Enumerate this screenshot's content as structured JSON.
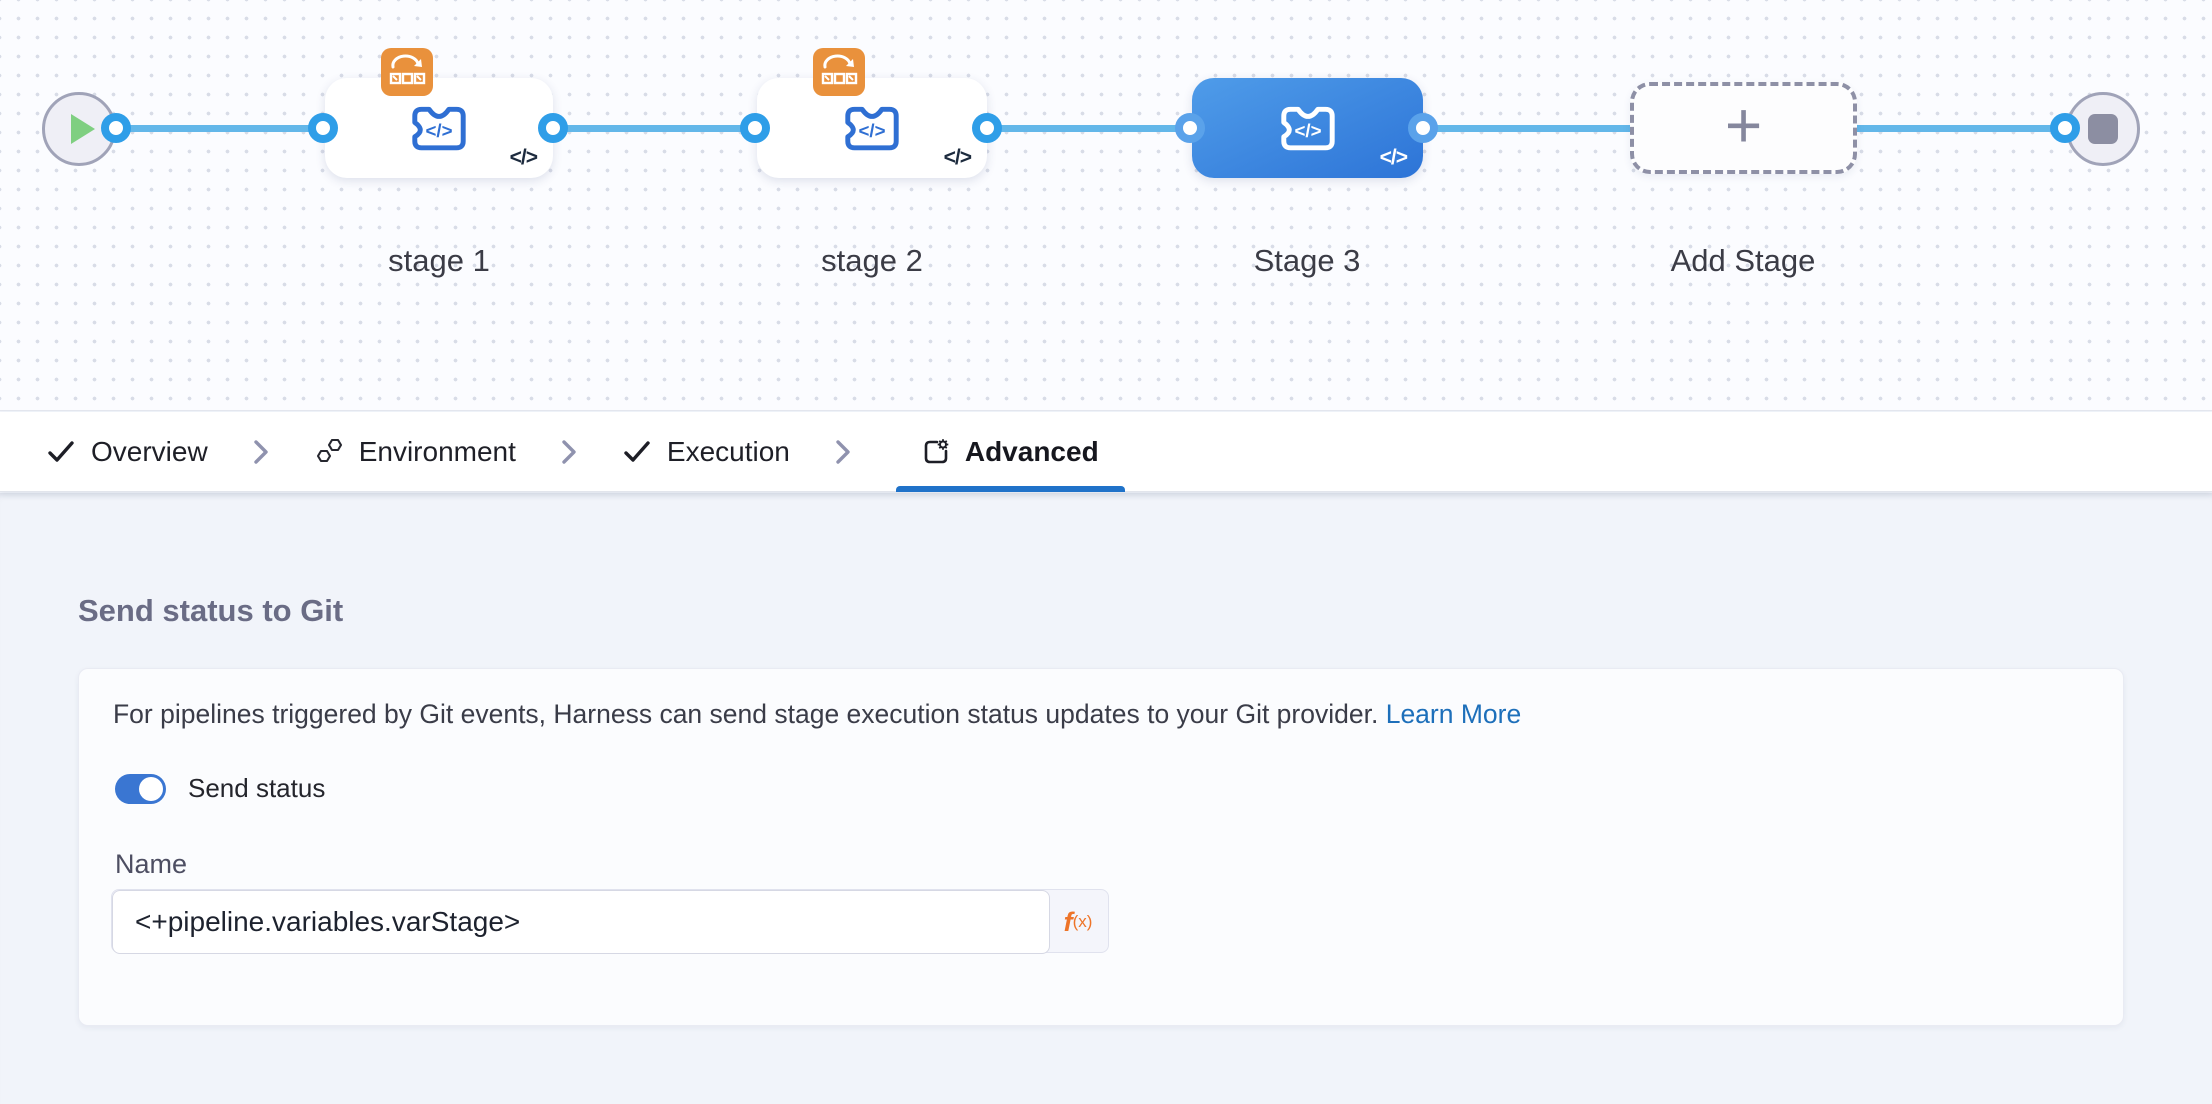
{
  "canvas": {
    "stages": [
      {
        "name": "stage 1",
        "selected": false,
        "has_template_badge": true
      },
      {
        "name": "stage 2",
        "selected": false,
        "has_template_badge": true
      },
      {
        "name": "Stage 3",
        "selected": true,
        "has_template_badge": false
      }
    ],
    "add_stage_label": "Add Stage",
    "add_stage_plus": "+",
    "code_glyph": "</>"
  },
  "tabs": {
    "items": [
      {
        "label": "Overview",
        "icon": "check",
        "active": false
      },
      {
        "label": "Environment",
        "icon": "environment",
        "active": false
      },
      {
        "label": "Execution",
        "icon": "check",
        "active": false
      },
      {
        "label": "Advanced",
        "icon": "advanced",
        "active": true
      }
    ]
  },
  "panel": {
    "title": "Send status to Git",
    "description": "For pipelines triggered by Git events, Harness can send stage execution status updates to your Git provider.",
    "learn_more": "Learn More",
    "toggle_label": "Send status",
    "toggle_on": true,
    "name_label": "Name",
    "name_value": "<+pipeline.variables.varStage>",
    "expression_button": {
      "f": "f",
      "sub": "(x)"
    }
  },
  "colors": {
    "accent_blue": "#1f72c9",
    "selected_stage_gradient_start": "#4f9ce9",
    "selected_stage_gradient_end": "#2d74d7",
    "flow_line": "#63b7e9",
    "port_ring": "#2f9ee8",
    "template_badge_orange": "#e9913c",
    "expression_orange": "#ee7428",
    "link_blue": "#1d6fba",
    "toggle_blue": "#3a76d2",
    "play_green": "#7fcf81"
  }
}
